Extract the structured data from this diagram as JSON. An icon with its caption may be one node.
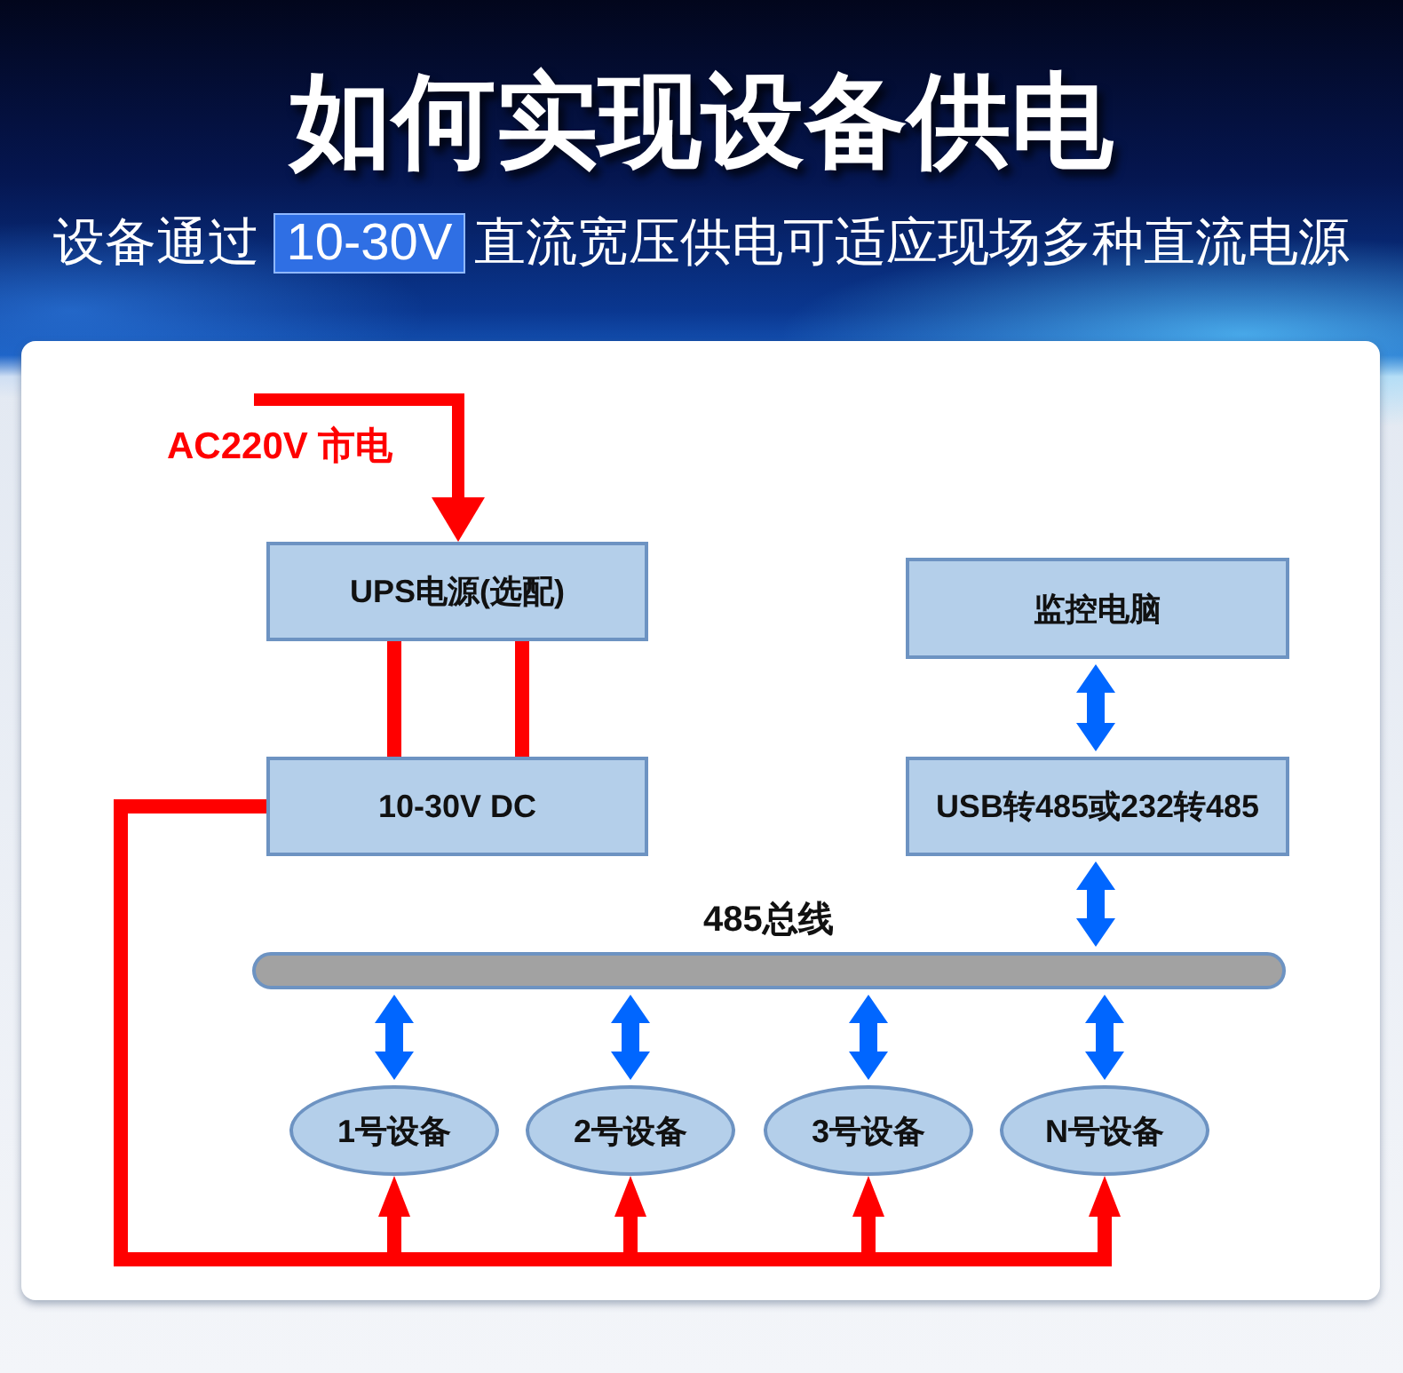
{
  "diagram": {
    "title": "如何实现设备供电",
    "nodes": [
      {
        "text": [
          "UPS电源(选配)"
        ]
      },
      {
        "text": [
          "10-30V DC"
        ]
      },
      {
        "text": [
          "监控电脑"
        ]
      },
      {
        "text": [
          "USB转485或232转485"
        ]
      },
      {
        "text": [],
        "shape": "bar",
        "beside": [
          "485总线"
        ]
      },
      {
        "text": [
          "1号设备"
        ]
      },
      {
        "text": [
          "2号设备"
        ]
      },
      {
        "text": [
          "3号设备"
        ]
      },
      {
        "text": [
          "N号设备"
        ]
      }
    ],
    "edges": [
      {
        "from": null,
        "to": 0,
        "arrow": "to",
        "label": "AC220V 市电"
      },
      {
        "from": 0,
        "to": 1,
        "arrow": "none"
      },
      {
        "from": 0,
        "to": 1,
        "arrow": "none"
      },
      {
        "from": 2,
        "to": 3,
        "arrow": "both",
        "color": "#0066ff"
      },
      {
        "from": 3,
        "to": 4,
        "arrow": "both",
        "color": "#0066ff"
      },
      {
        "from": 4,
        "to": 5,
        "arrow": "both",
        "color": "#0066ff"
      },
      {
        "from": 4,
        "to": 6,
        "arrow": "both",
        "color": "#0066ff"
      },
      {
        "from": 4,
        "to": 7,
        "arrow": "both",
        "color": "#0066ff"
      },
      {
        "from": 4,
        "to": 8,
        "arrow": "both",
        "color": "#0066ff"
      },
      {
        "from": 1,
        "to": 5,
        "arrow": "to"
      },
      {
        "from": 1,
        "to": 6,
        "arrow": "to"
      },
      {
        "from": 1,
        "to": 7,
        "arrow": "to"
      },
      {
        "from": 1,
        "to": 8,
        "arrow": "to"
      }
    ],
    "labels": [
      "设备通过",
      "10-30V",
      "直流宽压供电可适应现场多种直流电源"
    ]
  }
}
